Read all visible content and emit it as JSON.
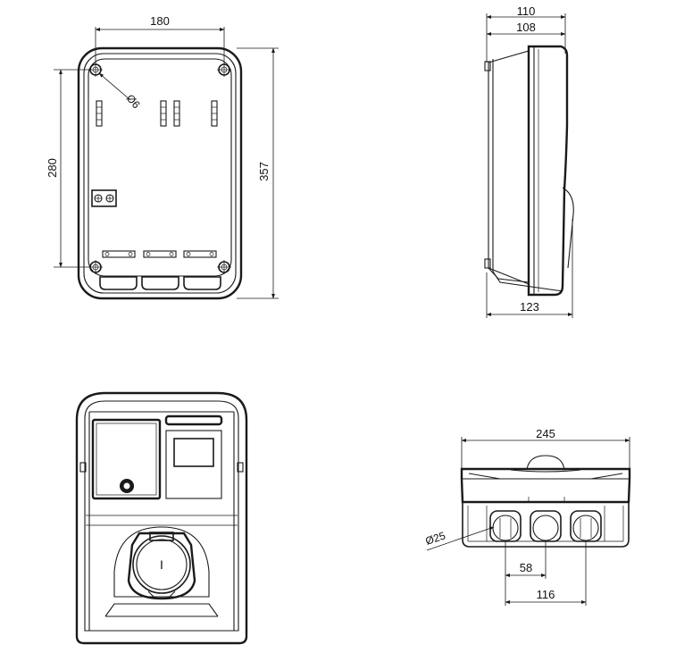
{
  "dimensions": {
    "back_width": "180",
    "back_hole_spacing": "280",
    "back_height": "357",
    "hole_diameter": "Ø6",
    "side_depth_outer": "110",
    "side_depth_inner": "108",
    "side_depth_total": "123",
    "bottom_width": "245",
    "gland_diameter": "Ø25",
    "gland_spacing_small": "58",
    "gland_spacing_large": "116"
  },
  "front": {
    "switch_symbol": "I"
  }
}
